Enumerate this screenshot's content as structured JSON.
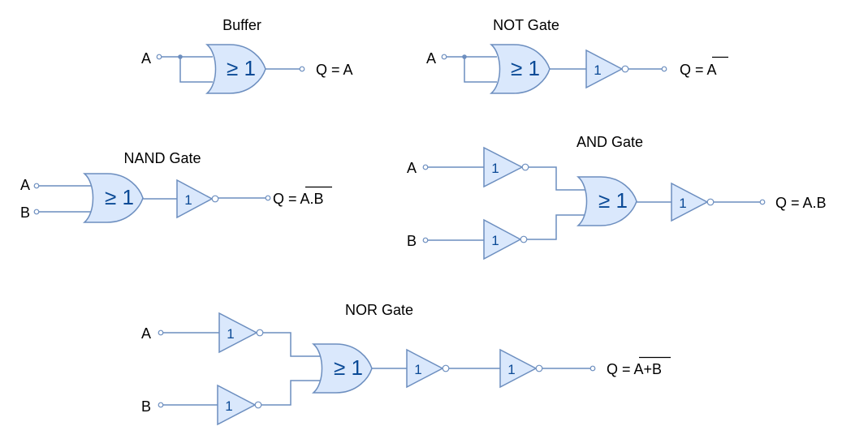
{
  "diagram": {
    "titles": {
      "buffer": "Buffer",
      "not": "NOT Gate",
      "nand": "NAND Gate",
      "and": "AND Gate",
      "nor": "NOR Gate"
    },
    "gate_symbols": {
      "or": "≥ 1",
      "not": "1"
    },
    "inputs": {
      "a": "A",
      "b": "B"
    },
    "outputs": {
      "buffer": {
        "prefix": "Q = ",
        "expr": "A",
        "overline": false
      },
      "not": {
        "prefix": "Q = ",
        "expr": "A",
        "overline": true
      },
      "nand": {
        "prefix": "Q = ",
        "expr": "A.B",
        "overline": true
      },
      "and": {
        "prefix": "Q = ",
        "expr": "A.B",
        "overline": false
      },
      "nor": {
        "prefix": "Q = ",
        "expr": "A+B",
        "overline": true
      }
    }
  }
}
